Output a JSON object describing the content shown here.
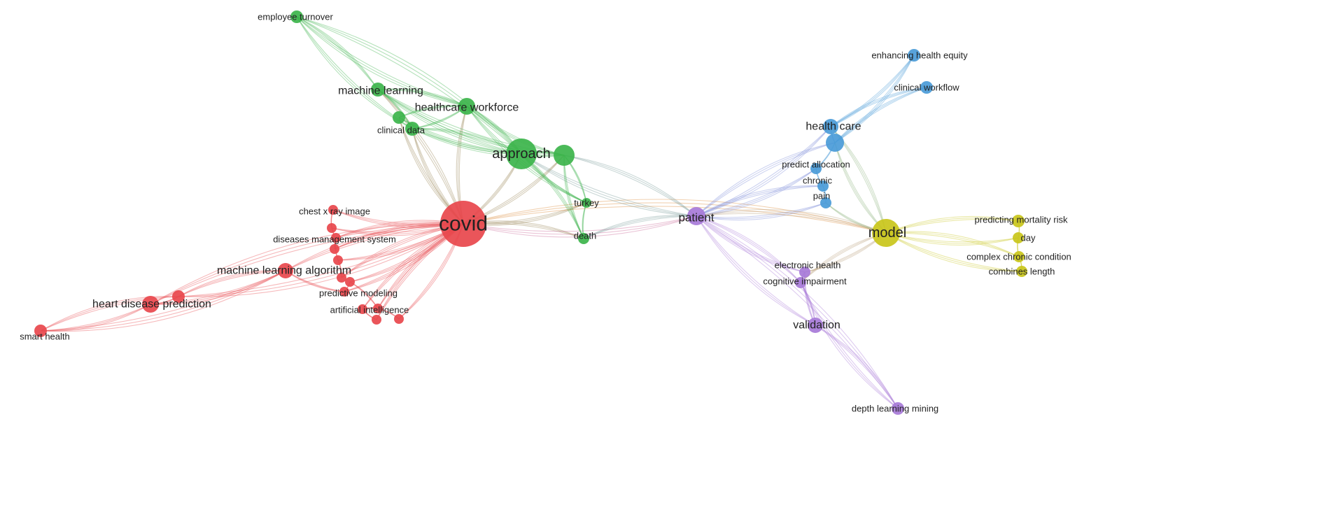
{
  "network": {
    "clusters": {
      "red": "#e8474c",
      "green": "#3cb44b",
      "blue": "#4a9bd8",
      "yellow": "#c9c51a",
      "purple": "#a779d8"
    },
    "nodes": [
      {
        "id": "covid",
        "label": "covid",
        "cluster": "red",
        "weight": 10
      },
      {
        "id": "machine-learning-algorithm",
        "label": "machine learning algorithm",
        "cluster": "red",
        "weight": 4
      },
      {
        "id": "heart-disease-prediction",
        "label": "heart disease prediction",
        "cluster": "red",
        "weight": 4
      },
      {
        "id": "smart-health",
        "label": "smart health",
        "cluster": "red",
        "weight": 2
      },
      {
        "id": "chest-x-ray-image",
        "label": "chest x ray image",
        "cluster": "red",
        "weight": 2
      },
      {
        "id": "diseases-management-system",
        "label": "diseases management system",
        "cluster": "red",
        "weight": 2
      },
      {
        "id": "predictive-modeling",
        "label": "predictive modeling",
        "cluster": "red",
        "weight": 2
      },
      {
        "id": "artificial-intelligence",
        "label": "artificial intelligence",
        "cluster": "red",
        "weight": 2
      },
      {
        "id": "red-minor-1",
        "label": "",
        "cluster": "red",
        "weight": 2
      },
      {
        "id": "red-minor-2",
        "label": "",
        "cluster": "red",
        "weight": 2
      },
      {
        "id": "red-minor-3",
        "label": "",
        "cluster": "red",
        "weight": 2
      },
      {
        "id": "red-minor-4",
        "label": "",
        "cluster": "red",
        "weight": 2
      },
      {
        "id": "red-minor-5",
        "label": "",
        "cluster": "red",
        "weight": 2
      },
      {
        "id": "red-minor-6",
        "label": "",
        "cluster": "red",
        "weight": 2
      },
      {
        "id": "red-minor-7",
        "label": "",
        "cluster": "red",
        "weight": 2
      },
      {
        "id": "red-minor-8",
        "label": "",
        "cluster": "red",
        "weight": 2
      },
      {
        "id": "red-minor-9",
        "label": "",
        "cluster": "red",
        "weight": 2
      },
      {
        "id": "approach",
        "label": "approach",
        "cluster": "green",
        "weight": 8
      },
      {
        "id": "healthcare-workforce",
        "label": "healthcare workforce",
        "cluster": "green",
        "weight": 4
      },
      {
        "id": "machine-learning",
        "label": "machine learning",
        "cluster": "green",
        "weight": 3
      },
      {
        "id": "employee-turnover",
        "label": "employee turnover",
        "cluster": "green",
        "weight": 2
      },
      {
        "id": "clinical-data",
        "label": "clinical data",
        "cluster": "green",
        "weight": 2
      },
      {
        "id": "turkey",
        "label": "turkey",
        "cluster": "green",
        "weight": 2
      },
      {
        "id": "death",
        "label": "death",
        "cluster": "green",
        "weight": 2
      },
      {
        "id": "green-minor-1",
        "label": "",
        "cluster": "green",
        "weight": 5
      },
      {
        "id": "green-minor-2",
        "label": "",
        "cluster": "green",
        "weight": 3
      },
      {
        "id": "patient",
        "label": "patient",
        "cluster": "purple",
        "weight": 5
      },
      {
        "id": "electronic-health",
        "label": "electronic health",
        "cluster": "purple",
        "weight": 2
      },
      {
        "id": "cognitive-impairment",
        "label": "cognitive impairment",
        "cluster": "purple",
        "weight": 2
      },
      {
        "id": "validation",
        "label": "validation",
        "cluster": "purple",
        "weight": 3
      },
      {
        "id": "depth-learning-mining",
        "label": "depth learning mining",
        "cluster": "purple",
        "weight": 2
      },
      {
        "id": "health-care",
        "label": "health care",
        "cluster": "blue",
        "weight": 3
      },
      {
        "id": "enhancing-health-equity",
        "label": "enhancing health equity",
        "cluster": "blue",
        "weight": 2
      },
      {
        "id": "clinical-workflow",
        "label": "clinical workflow",
        "cluster": "blue",
        "weight": 2
      },
      {
        "id": "predict-allocation",
        "label": "predict allocation",
        "cluster": "blue",
        "weight": 2
      },
      {
        "id": "chronic",
        "label": "chronic",
        "cluster": "blue",
        "weight": 2
      },
      {
        "id": "pain",
        "label": "pain",
        "cluster": "blue",
        "weight": 2
      },
      {
        "id": "blue-minor-1",
        "label": "",
        "cluster": "blue",
        "weight": 3
      },
      {
        "id": "model",
        "label": "model",
        "cluster": "yellow",
        "weight": 6
      },
      {
        "id": "predicting-mortality-risk",
        "label": "predicting mortality risk",
        "cluster": "yellow",
        "weight": 2
      },
      {
        "id": "day",
        "label": "day",
        "cluster": "yellow",
        "weight": 2
      },
      {
        "id": "complex-chronic-condition",
        "label": "complex chronic condition",
        "cluster": "yellow",
        "weight": 2
      },
      {
        "id": "combines-length",
        "label": "combines length",
        "cluster": "yellow",
        "weight": 2
      }
    ],
    "links": [
      [
        "covid",
        "approach"
      ],
      [
        "covid",
        "healthcare-workforce"
      ],
      [
        "covid",
        "machine-learning"
      ],
      [
        "covid",
        "clinical-data"
      ],
      [
        "covid",
        "green-minor-1"
      ],
      [
        "covid",
        "green-minor-2"
      ],
      [
        "covid",
        "turkey"
      ],
      [
        "covid",
        "death"
      ],
      [
        "covid",
        "patient"
      ],
      [
        "covid",
        "model"
      ],
      [
        "covid",
        "machine-learning-algorithm"
      ],
      [
        "covid",
        "chest-x-ray-image"
      ],
      [
        "covid",
        "diseases-management-system"
      ],
      [
        "covid",
        "predictive-modeling"
      ],
      [
        "covid",
        "artificial-intelligence"
      ],
      [
        "covid",
        "red-minor-1"
      ],
      [
        "covid",
        "red-minor-2"
      ],
      [
        "covid",
        "red-minor-3"
      ],
      [
        "covid",
        "red-minor-4"
      ],
      [
        "covid",
        "red-minor-5"
      ],
      [
        "covid",
        "red-minor-6"
      ],
      [
        "covid",
        "red-minor-7"
      ],
      [
        "covid",
        "red-minor-8"
      ],
      [
        "covid",
        "red-minor-9"
      ],
      [
        "covid",
        "heart-disease-prediction"
      ],
      [
        "machine-learning-algorithm",
        "heart-disease-prediction"
      ],
      [
        "machine-learning-algorithm",
        "red-minor-9"
      ],
      [
        "machine-learning-algorithm",
        "smart-health"
      ],
      [
        "machine-learning-algorithm",
        "predictive-modeling"
      ],
      [
        "heart-disease-prediction",
        "smart-health"
      ],
      [
        "heart-disease-prediction",
        "red-minor-9"
      ],
      [
        "smart-health",
        "red-minor-9"
      ],
      [
        "chest-x-ray-image",
        "red-minor-1"
      ],
      [
        "red-minor-1",
        "red-minor-2"
      ],
      [
        "diseases-management-system",
        "red-minor-3"
      ],
      [
        "red-minor-3",
        "red-minor-4"
      ],
      [
        "predictive-modeling",
        "red-minor-5"
      ],
      [
        "red-minor-5",
        "artificial-intelligence"
      ],
      [
        "artificial-intelligence",
        "red-minor-6"
      ],
      [
        "artificial-intelligence",
        "red-minor-7"
      ],
      [
        "red-minor-6",
        "red-minor-8"
      ],
      [
        "employee-turnover",
        "machine-learning"
      ],
      [
        "employee-turnover",
        "healthcare-workforce"
      ],
      [
        "employee-turnover",
        "approach"
      ],
      [
        "employee-turnover",
        "clinical-data"
      ],
      [
        "machine-learning",
        "healthcare-workforce"
      ],
      [
        "machine-learning",
        "approach"
      ],
      [
        "machine-learning",
        "clinical-data"
      ],
      [
        "machine-learning",
        "green-minor-1"
      ],
      [
        "healthcare-workforce",
        "approach"
      ],
      [
        "healthcare-workforce",
        "green-minor-1"
      ],
      [
        "healthcare-workforce",
        "clinical-data"
      ],
      [
        "healthcare-workforce",
        "turkey"
      ],
      [
        "clinical-data",
        "approach"
      ],
      [
        "clinical-data",
        "green-minor-1"
      ],
      [
        "approach",
        "green-minor-1"
      ],
      [
        "approach",
        "turkey"
      ],
      [
        "approach",
        "death"
      ],
      [
        "approach",
        "patient"
      ],
      [
        "green-minor-1",
        "turkey"
      ],
      [
        "green-minor-1",
        "death"
      ],
      [
        "green-minor-1",
        "patient"
      ],
      [
        "turkey",
        "death"
      ],
      [
        "death",
        "patient"
      ],
      [
        "green-minor-2",
        "approach"
      ],
      [
        "green-minor-2",
        "healthcare-workforce"
      ],
      [
        "patient",
        "health-care"
      ],
      [
        "patient",
        "blue-minor-1"
      ],
      [
        "patient",
        "predict-allocation"
      ],
      [
        "patient",
        "chronic"
      ],
      [
        "patient",
        "pain"
      ],
      [
        "patient",
        "model"
      ],
      [
        "patient",
        "electronic-health"
      ],
      [
        "patient",
        "cognitive-impairment"
      ],
      [
        "patient",
        "validation"
      ],
      [
        "patient",
        "depth-learning-mining"
      ],
      [
        "health-care",
        "enhancing-health-equity"
      ],
      [
        "health-care",
        "clinical-workflow"
      ],
      [
        "blue-minor-1",
        "enhancing-health-equity"
      ],
      [
        "blue-minor-1",
        "clinical-workflow"
      ],
      [
        "health-care",
        "blue-minor-1"
      ],
      [
        "blue-minor-1",
        "predict-allocation"
      ],
      [
        "predict-allocation",
        "chronic"
      ],
      [
        "chronic",
        "pain"
      ],
      [
        "blue-minor-1",
        "model"
      ],
      [
        "health-care",
        "model"
      ],
      [
        "pain",
        "model"
      ],
      [
        "model",
        "predicting-mortality-risk"
      ],
      [
        "model",
        "day"
      ],
      [
        "model",
        "complex-chronic-condition"
      ],
      [
        "model",
        "combines-length"
      ],
      [
        "model",
        "electronic-health"
      ],
      [
        "model",
        "cognitive-impairment"
      ],
      [
        "predicting-mortality-risk",
        "day"
      ],
      [
        "day",
        "complex-chronic-condition"
      ],
      [
        "complex-chronic-condition",
        "combines-length"
      ],
      [
        "electronic-health",
        "cognitive-impairment"
      ],
      [
        "cognitive-impairment",
        "validation"
      ],
      [
        "electronic-health",
        "validation"
      ],
      [
        "validation",
        "depth-learning-mining"
      ],
      [
        "cognitive-impairment",
        "depth-learning-mining"
      ]
    ]
  }
}
